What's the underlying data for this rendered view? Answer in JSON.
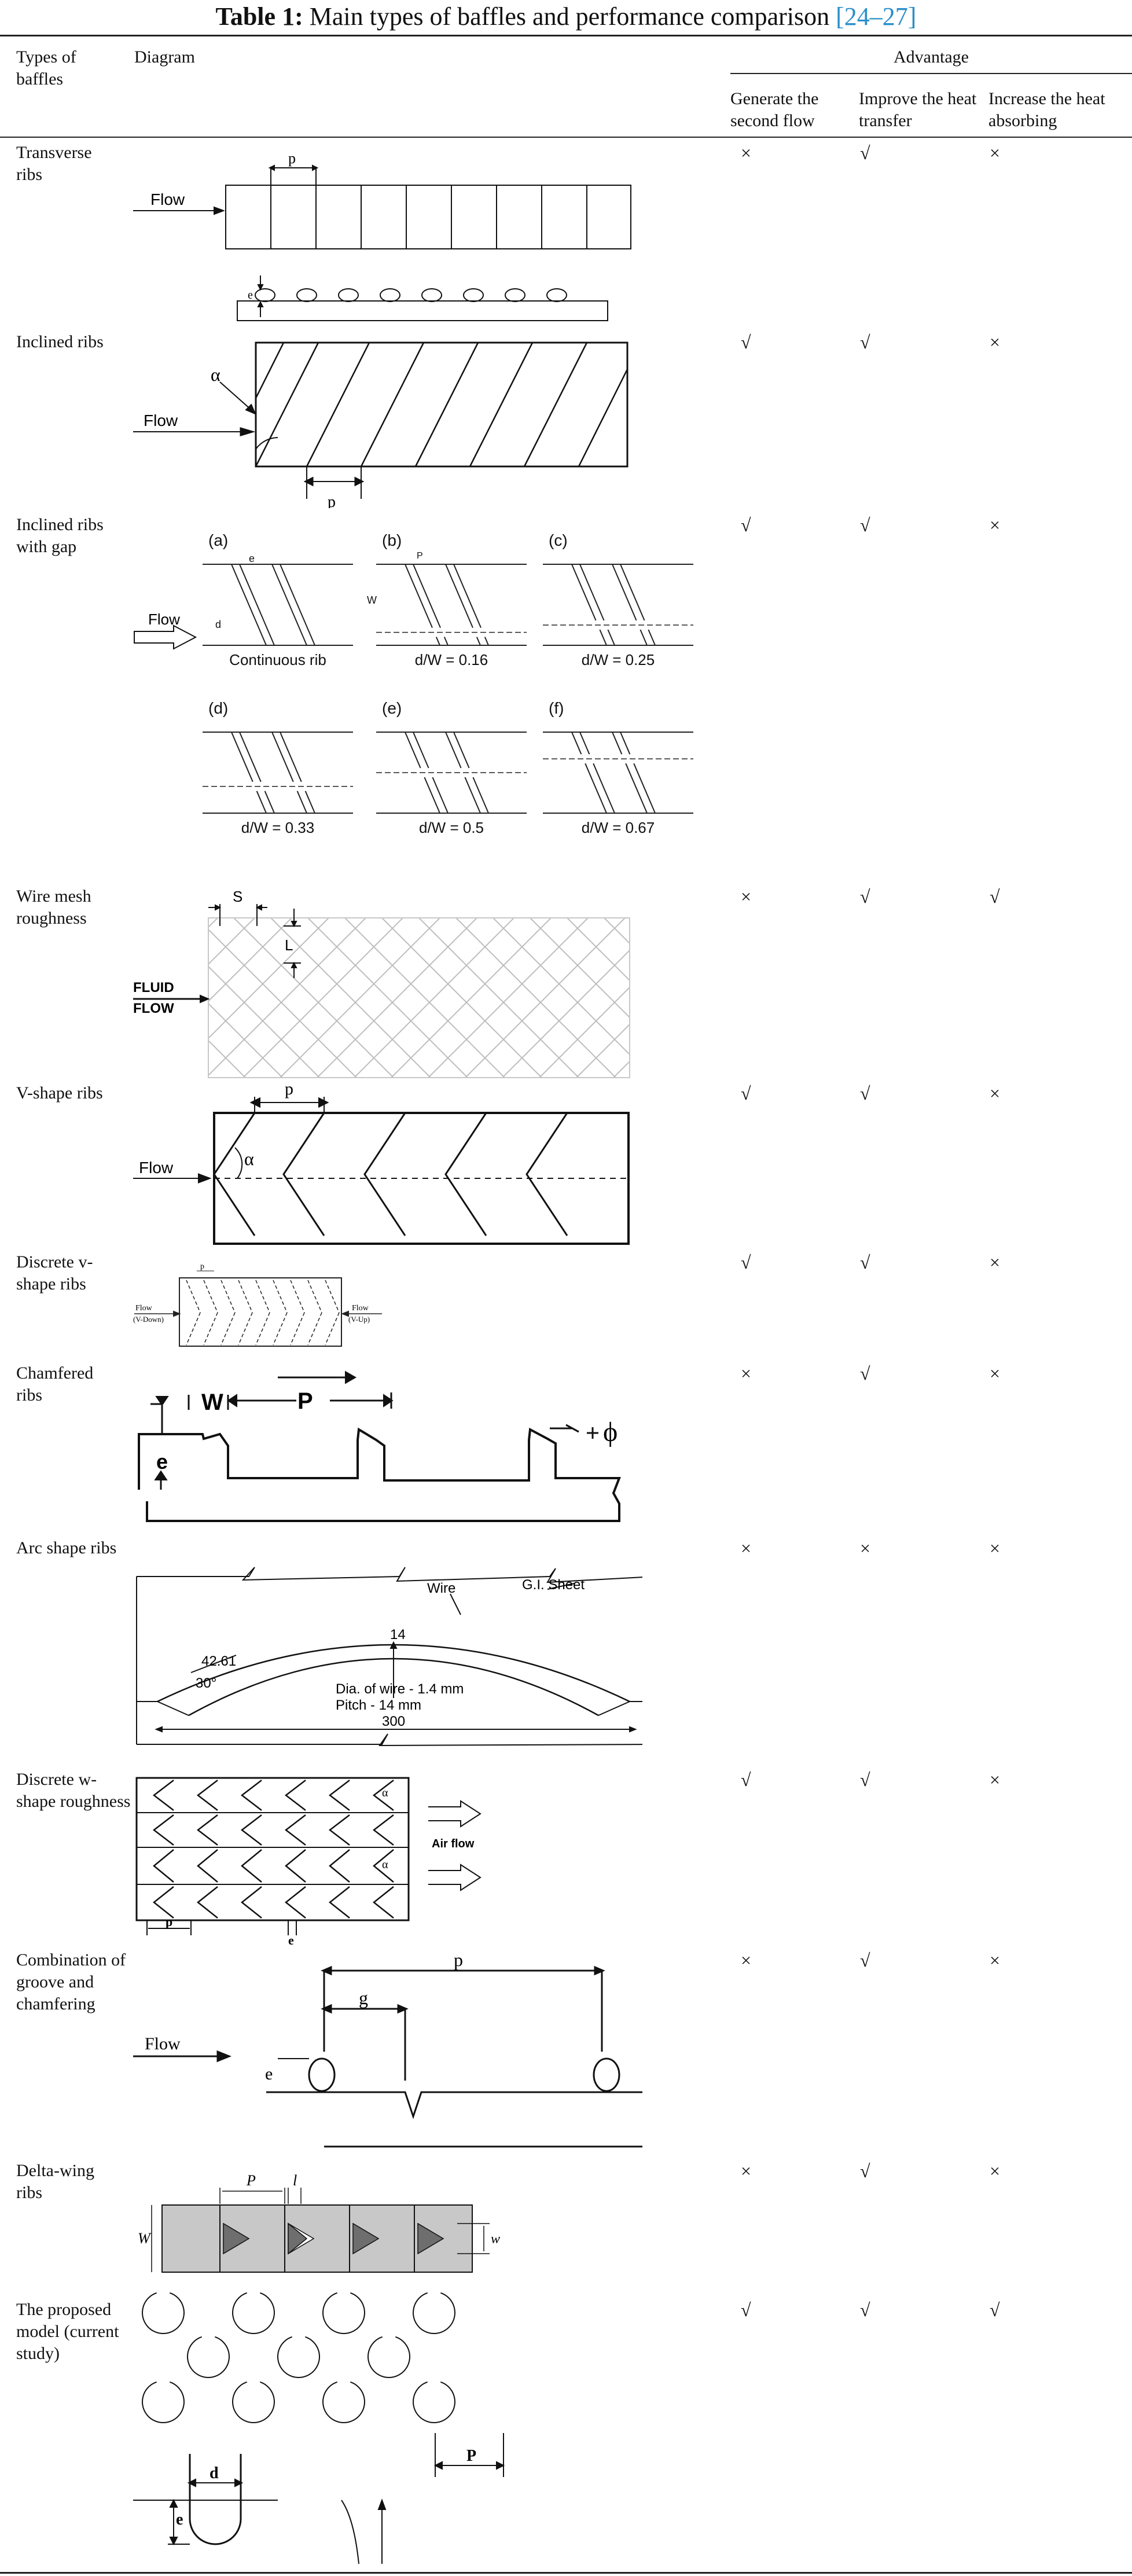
{
  "caption": {
    "label": "Table 1:",
    "text": "Main types of baffles and performance comparison",
    "ref": "[24–27]"
  },
  "columns": {
    "type": "Types of baffles",
    "diagram": "Diagram",
    "advantage": "Advantage",
    "sub": [
      "Generate the second flow",
      "Improve the heat transfer",
      "Increase the heat absorbing"
    ]
  },
  "rows": [
    {
      "name": "Transverse ribs",
      "marks": [
        "×",
        "√",
        "×"
      ]
    },
    {
      "name": "Inclined ribs",
      "marks": [
        "√",
        "√",
        "×"
      ]
    },
    {
      "name": "Inclined ribs with gap",
      "marks": [
        "√",
        "√",
        "×"
      ]
    },
    {
      "name": "Wire mesh roughness",
      "marks": [
        "×",
        "√",
        "√"
      ]
    },
    {
      "name": "V-shape ribs",
      "marks": [
        "√",
        "√",
        "×"
      ]
    },
    {
      "name": "Discrete v-shape ribs",
      "marks": [
        "√",
        "√",
        "×"
      ]
    },
    {
      "name": "Chamfered ribs",
      "marks": [
        "×",
        "√",
        "×"
      ]
    },
    {
      "name": "Arc shape ribs",
      "marks": [
        "×",
        "×",
        "×"
      ]
    },
    {
      "name": "Discrete w-shape roughness",
      "marks": [
        "√",
        "√",
        "×"
      ]
    },
    {
      "name": "Combination of groove and chamfering",
      "marks": [
        "×",
        "√",
        "×"
      ]
    },
    {
      "name": "Delta-wing ribs",
      "marks": [
        "×",
        "√",
        "×"
      ]
    },
    {
      "name": "The proposed model (current study)",
      "marks": [
        "√",
        "√",
        "√"
      ]
    }
  ],
  "diagrams": {
    "flow": "Flow",
    "transverse": {
      "p": "p",
      "e": "e"
    },
    "inclined": {
      "alpha": "α",
      "p": "p"
    },
    "gap": {
      "panels": [
        "(a)",
        "(b)",
        "(c)",
        "(d)",
        "(e)",
        "(f)"
      ],
      "captions": [
        "Continuous rib",
        "d/W = 0.16",
        "d/W = 0.25",
        "d/W = 0.33",
        "d/W = 0.5",
        "d/W = 0.67"
      ],
      "d": "d",
      "p": "P",
      "w": "W",
      "e": "e"
    },
    "mesh": {
      "fluid": "FLUID",
      "flow": "FLOW",
      "s": "S",
      "l": "L"
    },
    "vshape": {
      "p": "p",
      "alpha": "α"
    },
    "discrete_v": {
      "p": "p",
      "left_flow": "Flow",
      "left_sub": "(V-Down)",
      "right_flow": "Flow",
      "right_sub": "(V-Up)"
    },
    "chamfer": {
      "w": "W",
      "p": "P",
      "e": "e",
      "phi": "ϕ"
    },
    "arc": {
      "wire": "Wire",
      "sheet": "G.I. Sheet",
      "h": "14",
      "chord": "42.61",
      "angle": "30°",
      "dia": "Dia. of wire - 1.4 mm",
      "pitch": "Pitch       - 14  mm",
      "len": "300"
    },
    "wshape": {
      "air": "Air flow",
      "p": "p",
      "e": "e",
      "alpha": "α"
    },
    "groove": {
      "p": "p",
      "g": "g",
      "e": "e",
      "flow": "Flow"
    },
    "delta": {
      "p": "P",
      "l": "l",
      "w_big": "W",
      "w_small": "w"
    },
    "proposed": {
      "d": "d",
      "p": "P",
      "e": "e"
    }
  }
}
